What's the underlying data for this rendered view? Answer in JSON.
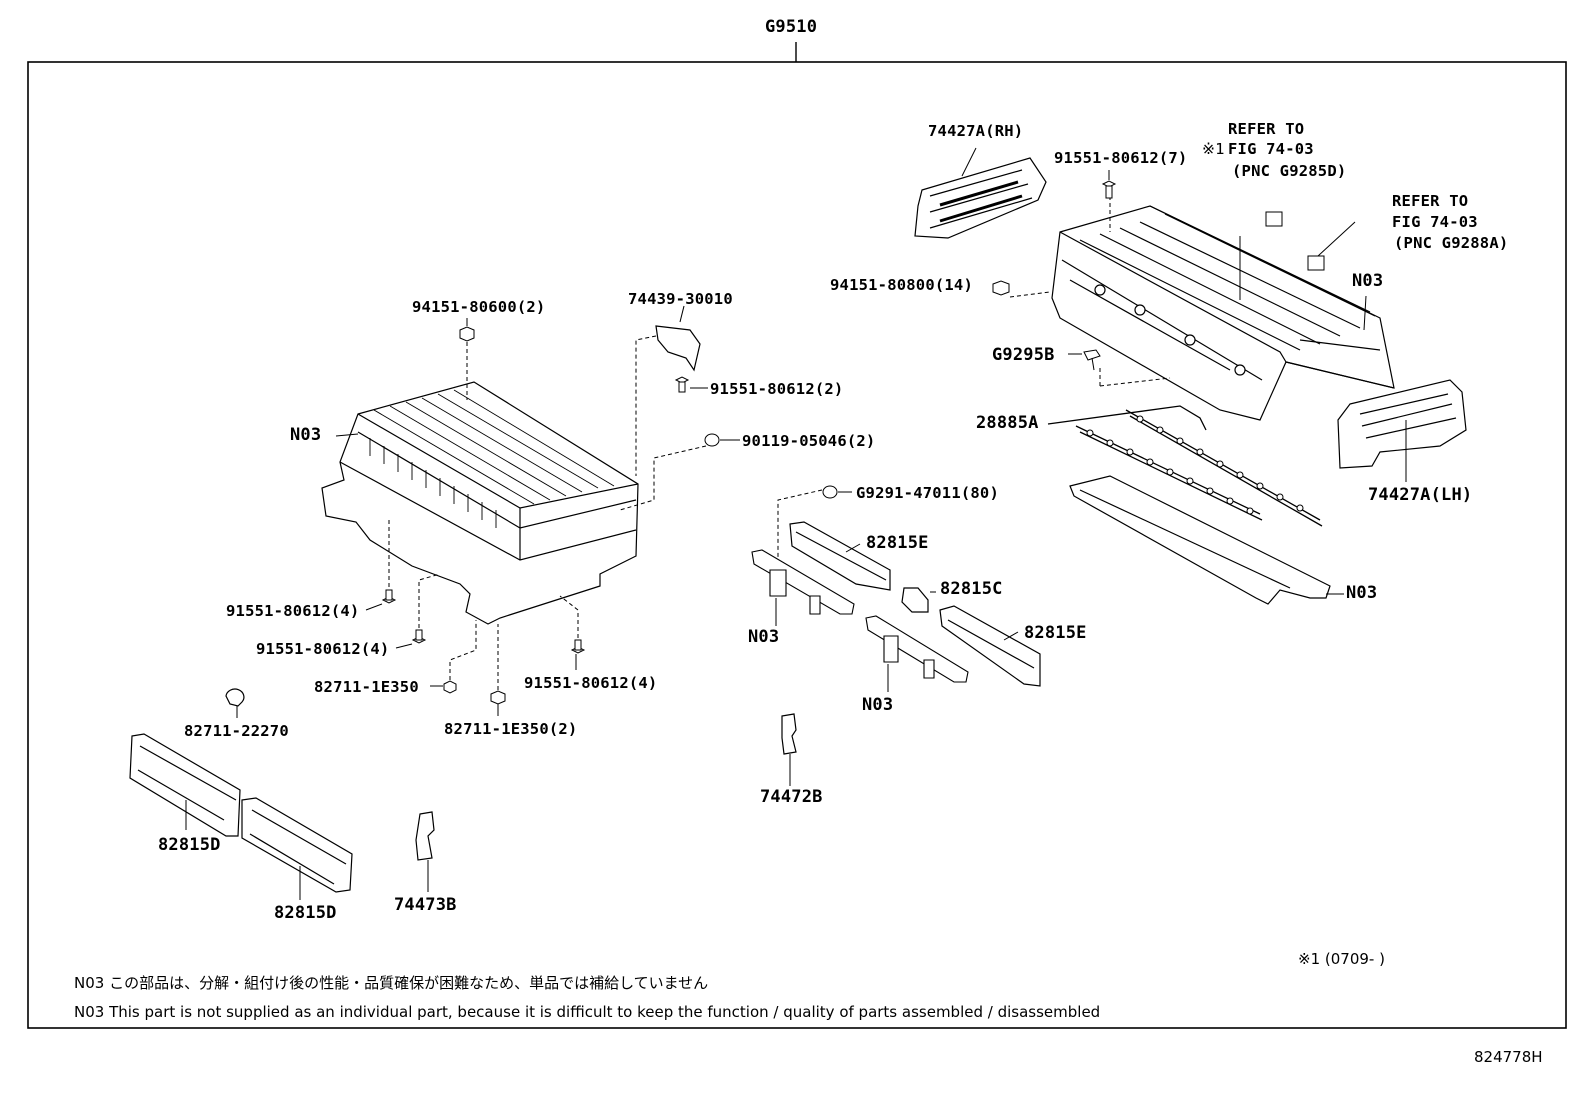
{
  "diagram": {
    "assembly_code": "G9510",
    "catalog_ref": "824778H",
    "date_note": "※1  (0709-     )",
    "note_jp": "N03  この部品は、分解・組付け後の性能・品質確保が困難なため、単品では補給していません",
    "note_en": "N03 This part is not supplied as an individual part, because it is difficult to keep the function / quality of parts assembled / disassembled",
    "labels": {
      "p74427a_rh": "74427A(RH)",
      "p74427a_lh": "74427A(LH)",
      "refer1_a": "REFER TO",
      "refer1_b": "FIG 74-03",
      "refer1_c": "(PNC G9285D)",
      "refer1_mark": "※1",
      "refer2_a": "REFER TO",
      "refer2_b": "FIG 74-03",
      "refer2_c": "(PNC G9288A)",
      "p91551_7": "91551-80612(7)",
      "p94151_14": "94151-80800(14)",
      "n03_right": "N03",
      "g9295b": "G9295B",
      "p28885a": "28885A",
      "n03_rod": "N03",
      "p94151_2": "94151-80600(2)",
      "p74439": "74439-30010",
      "p91551_2": "91551-80612(2)",
      "n03_left": "N03",
      "p90119": "90119-05046(2)",
      "g9291": "G9291-47011(80)",
      "p82815e_1": "82815E",
      "p82815c": "82815C",
      "p82815e_2": "82815E",
      "n03_bus1": "N03",
      "n03_bus2": "N03",
      "p91551_4a": "91551-80612(4)",
      "p91551_4b": "91551-80612(4)",
      "p91551_4c": "91551-80612(4)",
      "p82711_1e": "82711-1E350",
      "p82711_1e2": "82711-1E350(2)",
      "p82711_22": "82711-22270",
      "p74472b": "74472B",
      "p82815d_1": "82815D",
      "p82815d_2": "82815D",
      "p74473b": "74473B"
    }
  }
}
